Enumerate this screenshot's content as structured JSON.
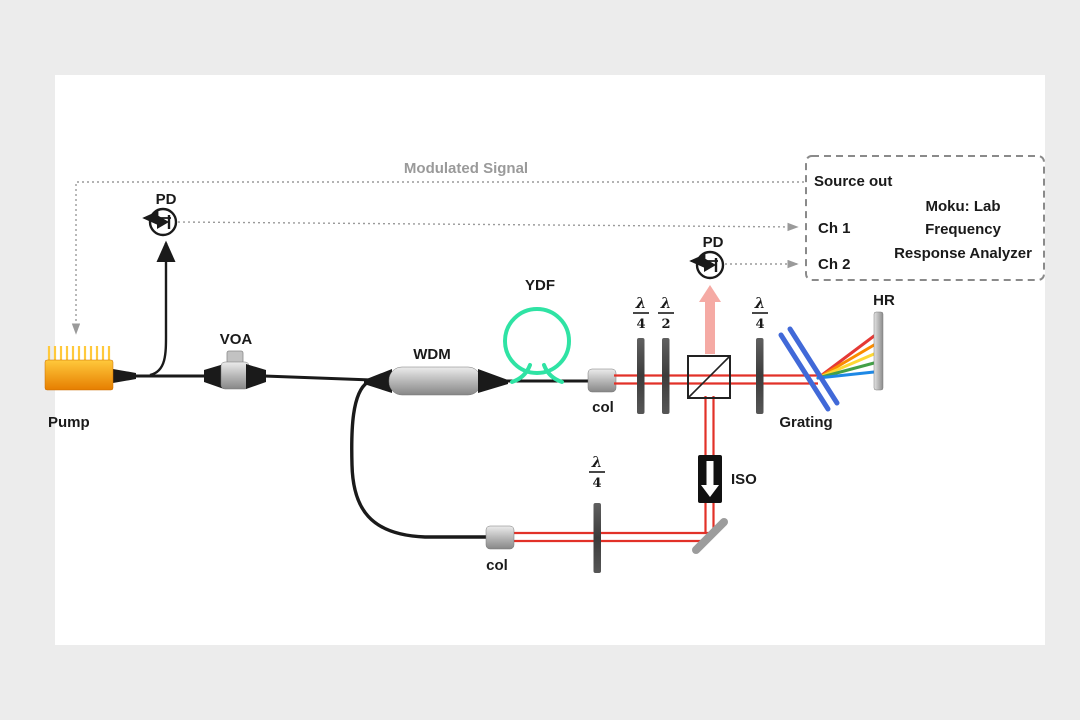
{
  "canvas": {
    "background": "#ececec",
    "surface": "#ffffff"
  },
  "labels": {
    "modulated_signal": "Modulated Signal",
    "pump": "Pump",
    "pd_left": "PD",
    "pd_top": "PD",
    "voa": "VOA",
    "wdm": "WDM",
    "ydf": "YDF",
    "col_top": "col",
    "col_bottom": "col",
    "iso": "ISO",
    "grating": "Grating",
    "hr": "HR"
  },
  "waveplates": {
    "q1": {
      "num": "λ",
      "den": "4"
    },
    "h1": {
      "num": "λ",
      "den": "2"
    },
    "q2": {
      "num": "λ",
      "den": "4"
    },
    "q3": {
      "num": "λ",
      "den": "4"
    }
  },
  "analyzer": {
    "source_out": "Source out",
    "ch1": "Ch 1",
    "ch2": "Ch 2",
    "title": [
      "Moku: Lab",
      "Frequency",
      "Response Analyzer"
    ]
  },
  "colors": {
    "beam_red": "#e23128",
    "monitor_beam_pink": "#f5aaa4",
    "ydf_green": "#2fe3a4",
    "grating_blue": "#4169d8",
    "pump_orange_top": "#ffc93c",
    "pump_orange_bottom": "#e67e00",
    "signal_gray": "#9a9a9a",
    "rainbow": [
      "#e53935",
      "#fb8c00",
      "#fdd835",
      "#43a047",
      "#1e88e5"
    ]
  }
}
